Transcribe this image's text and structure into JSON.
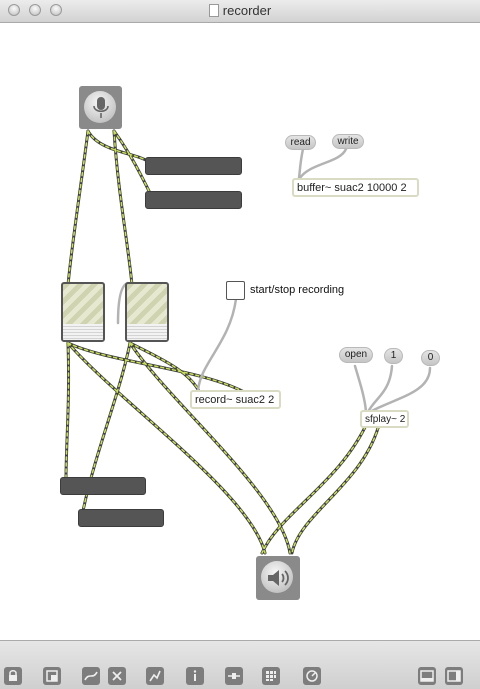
{
  "window": {
    "title": "recorder"
  },
  "patch": {
    "buffer_object": "buffer~ suac2 10000 2",
    "read_message": "read",
    "write_message": "write",
    "toggle_comment": "start/stop recording",
    "record_object": "record~ suac2 2",
    "open_message": "open",
    "msg_one": "1",
    "msg_zero": "0",
    "sfplay_object": "sfplay~ 2"
  },
  "icons": {
    "adc": "microphone-icon",
    "dac": "speaker-icon"
  }
}
